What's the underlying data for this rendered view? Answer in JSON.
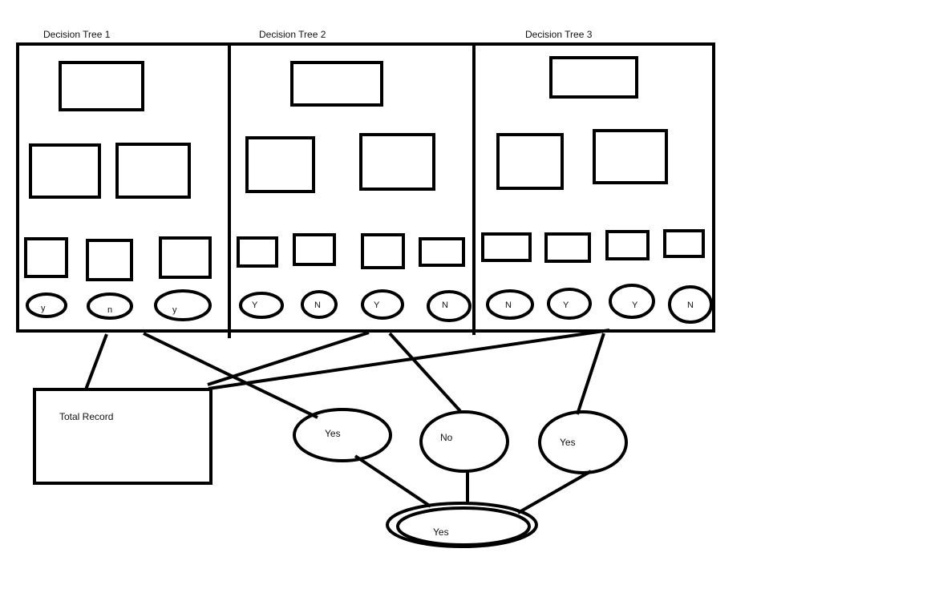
{
  "colors": {
    "stroke": "#000000",
    "background": "#ffffff",
    "text": "#111111"
  },
  "trees": [
    {
      "title": "Decision Tree 1",
      "leaves": [
        "y",
        "n",
        "y"
      ]
    },
    {
      "title": "Decision Tree 2",
      "leaves": [
        "Y",
        "N",
        "Y",
        "N"
      ]
    },
    {
      "title": "Decision Tree 3",
      "leaves": [
        "N",
        "Y",
        "Y",
        "N"
      ]
    }
  ],
  "total_record": {
    "label": "Total Record"
  },
  "votes": [
    "Yes",
    "No",
    "Yes"
  ],
  "final_result": {
    "label": "Yes"
  }
}
